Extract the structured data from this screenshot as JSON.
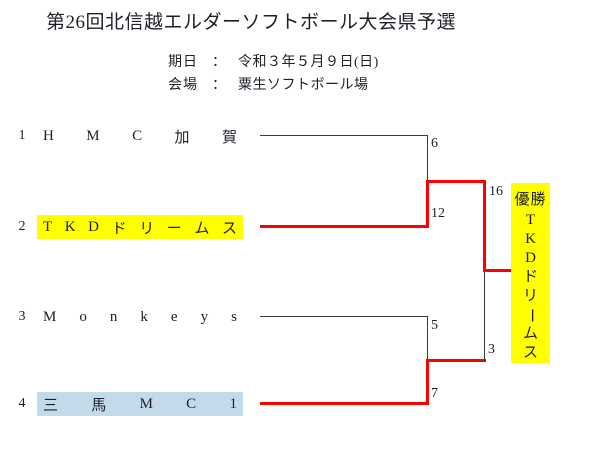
{
  "header": {
    "title": "第26回北信越エルダーソフトボール大会県予選",
    "date_label": "期日",
    "venue_label": "会場",
    "separator": "：",
    "date_value": "令和３年５月９日(日)",
    "venue_value": "粟生ソフトボール場"
  },
  "bracket": {
    "teams": [
      {
        "seed": "1",
        "name": "HMC加賀",
        "highlight": "",
        "result": "loss"
      },
      {
        "seed": "2",
        "name": "TKDドリームス",
        "highlight": "#ffff00",
        "result": "win"
      },
      {
        "seed": "3",
        "name": "Monkeys",
        "highlight": "",
        "result": "loss"
      },
      {
        "seed": "4",
        "name": "三馬MC1",
        "highlight": "#c3daeb",
        "result": "win"
      }
    ],
    "scores": {
      "semifinal1_top": "6",
      "semifinal1_bottom": "12",
      "semifinal2_top": "5",
      "semifinal2_bottom": "7",
      "final_top": "16",
      "final_bottom": "3"
    }
  },
  "winner": {
    "label": "優勝",
    "name": "TKDドリームス",
    "background": "#ffff00"
  },
  "colors": {
    "winner_path": "#ff0000",
    "bracket_line": "#3a3a3a",
    "text": "#1f1f28",
    "highlight_yellow": "#ffff00",
    "highlight_blue": "#c3daeb"
  }
}
